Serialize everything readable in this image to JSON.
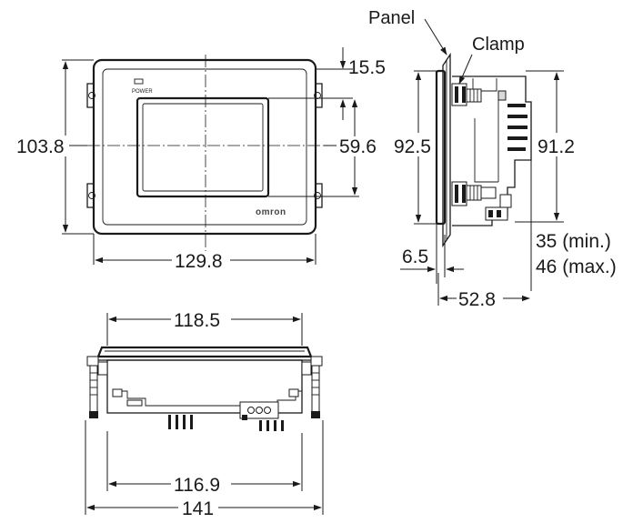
{
  "labels": {
    "panel": "Panel",
    "clamp": "Clamp",
    "power": "POWER",
    "brand": "omron"
  },
  "dimensions": {
    "front_height": "103.8",
    "front_width": "129.8",
    "screen_top_offset": "15.5",
    "screen_height": "59.6",
    "side_panel_height": "92.5",
    "side_body_height": "91.2",
    "panel_thickness": "6.5",
    "side_depth": "52.8",
    "min_depth": "35 (min.)",
    "max_depth": "46 (max.)",
    "bottom_top_width": "118.5",
    "bottom_inner_width": "116.9",
    "overall_width": "141"
  }
}
